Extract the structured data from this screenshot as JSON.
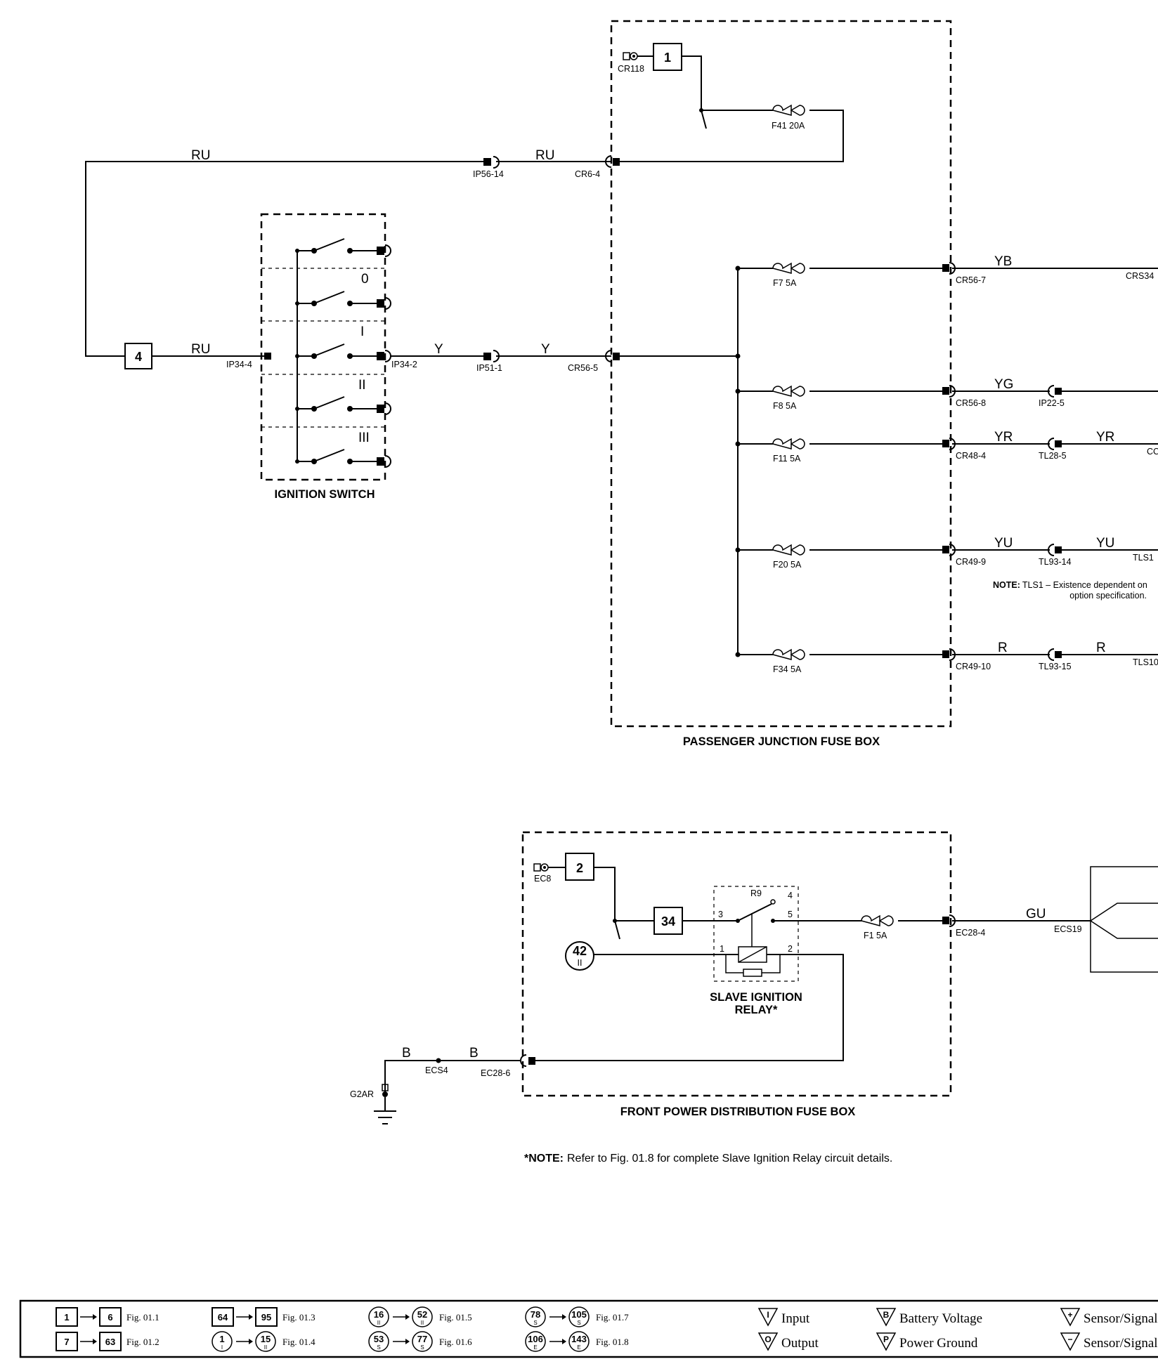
{
  "diagram": {
    "passenger_box": {
      "title": "PASSENGER JUNCTION FUSE BOX",
      "ref_box": "1",
      "ref_conn": "CR118",
      "main_fuse": "F41 20A",
      "fuses": [
        "F7 5A",
        "F8 5A",
        "F11 5A",
        "F20 5A",
        "F34 5A"
      ],
      "feed_wire": "RU",
      "feed_pin": "CR6-4",
      "input_pin": "CR56-5",
      "outputs": [
        {
          "pin": "CR56-7",
          "wire": "YB",
          "target": "CRS34"
        },
        {
          "pin": "CR56-8",
          "wire": "YG",
          "conn": "IP22-5"
        },
        {
          "pin": "CR48-4",
          "wire": "YR",
          "conn": "TL28-5",
          "wire2": "YR",
          "target": "CC"
        },
        {
          "pin": "CR49-9",
          "wire": "YU",
          "conn": "TL93-14",
          "wire2": "YU",
          "target": "TLS1"
        },
        {
          "pin": "CR49-10",
          "wire": "R",
          "conn": "TL93-15",
          "wire2": "R",
          "target": "TLS10"
        }
      ],
      "note_label": "NOTE:",
      "note_line1": "TLS1 – Existence dependent on",
      "note_line2": "option specification."
    },
    "ignition_switch": {
      "title": "IGNITION SWITCH",
      "positions": [
        "0",
        "I",
        "II",
        "III"
      ],
      "pin_in": "IP34-4",
      "pin_out": "IP34-2",
      "feed_ref": "4"
    },
    "wires": {
      "ru_top_left": "RU",
      "ru_top_right": "RU",
      "ru_switch": "RU",
      "y_left": "Y",
      "y_right": "Y",
      "conn_ip56": "IP56-14",
      "conn_ip51": "IP51-1"
    },
    "front_box": {
      "title": "FRONT POWER DISTRIBUTION FUSE BOX",
      "ref_box": "2",
      "ref_conn": "EC8",
      "feed_box": "34",
      "relay_id": "R9",
      "relay_title_1": "SLAVE IGNITION",
      "relay_title_2": "RELAY*",
      "relay_pins": [
        "1",
        "2",
        "3",
        "4",
        "5"
      ],
      "circle_ref_top": "42",
      "circle_ref_bottom": "II",
      "fuse": "F1 5A",
      "out_pin": "EC28-4",
      "out_wire": "GU",
      "splice": "ECS19",
      "ground_pin": "EC28-6",
      "ground_wire_1": "B",
      "ground_wire_2": "B",
      "ground_splice": "ECS4",
      "ground_point": "G2AR"
    },
    "bottom_note": {
      "label": "*NOTE:",
      "text": "Refer to Fig. 01.8 for complete Slave Ignition Relay circuit details."
    }
  },
  "legend": {
    "ranges": [
      {
        "from": "1",
        "to": "6",
        "fig": "Fig. 01.1"
      },
      {
        "from": "7",
        "to": "63",
        "fig": "Fig. 01.2"
      },
      {
        "from": "64",
        "to": "95",
        "fig": "Fig. 01.3"
      },
      {
        "from": "1",
        "from_sub": "I",
        "to": "15",
        "to_sub": "II",
        "fig": "Fig. 01.4"
      },
      {
        "from": "16",
        "from_sub": "II",
        "to": "52",
        "to_sub": "II",
        "fig": "Fig. 01.5"
      },
      {
        "from": "53",
        "from_sub": "S",
        "to": "77",
        "to_sub": "S",
        "fig": "Fig. 01.6"
      },
      {
        "from": "78",
        "from_sub": "S",
        "to": "105",
        "to_sub": "S",
        "fig": "Fig. 01.7"
      },
      {
        "from": "106",
        "from_sub": "E",
        "to": "143",
        "to_sub": "E",
        "fig": "Fig. 01.8"
      }
    ],
    "symbols": [
      {
        "mark": "I",
        "label": "Input"
      },
      {
        "mark": "O",
        "label": "Output"
      },
      {
        "mark": "B",
        "label": "Battery Voltage"
      },
      {
        "mark": "P",
        "label": "Power Ground"
      },
      {
        "mark": "+",
        "label": "Sensor/Signal"
      },
      {
        "mark": "−",
        "label": "Sensor/Signal"
      }
    ]
  }
}
